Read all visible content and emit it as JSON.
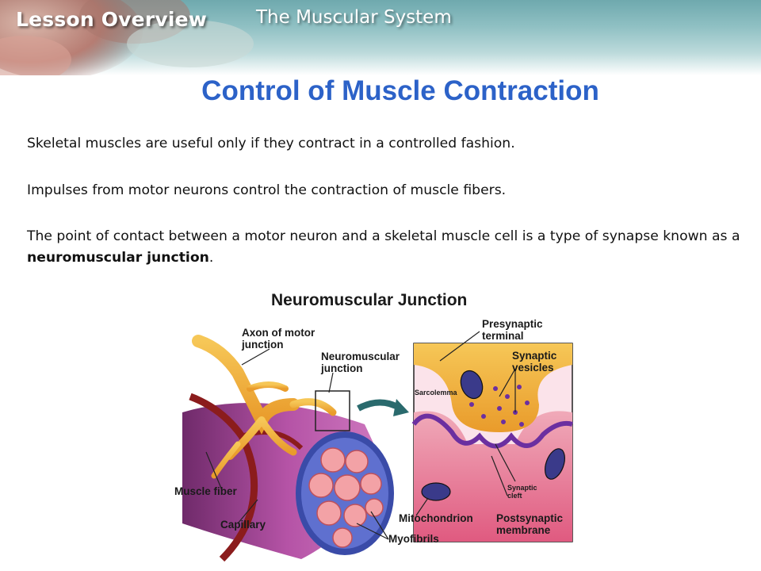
{
  "header": {
    "lesson": "Lesson Overview",
    "subject": "The Muscular System"
  },
  "slide": {
    "title": "Control of Muscle Contraction",
    "para1": "Skeletal muscles are useful only if they contract in a controlled fashion.",
    "para2": "Impulses from motor neurons control the contraction of muscle fibers.",
    "para3_before": "The point of contact between a motor neuron and a skeletal muscle cell is a type of synapse known as a ",
    "para3_bold": "neuromuscular junction",
    "para3_after": "."
  },
  "figure": {
    "title": "Neuromuscular Junction",
    "labels": {
      "axon": "Axon of motor junction",
      "nmj": "Neuromuscular junction",
      "presynaptic": "Presynaptic terminal",
      "vesicles": "Synaptic vesicles",
      "sarcolemma": "Sarcolemma",
      "muscle_fiber": "Muscle fiber",
      "capillary": "Capillary",
      "mitochondrion": "Mitochondrion",
      "postsynaptic": "Postsynaptic membrane",
      "cleft": "Synaptic cleft",
      "myofibrils": "Myofibrils"
    }
  }
}
